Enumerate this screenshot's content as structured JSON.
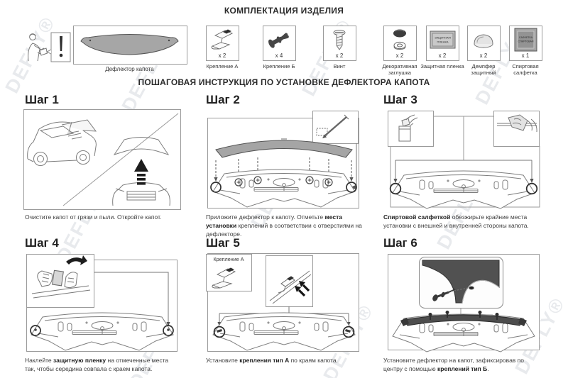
{
  "watermark": {
    "text": "DEFLY®"
  },
  "kit": {
    "title": "КОМПЛЕКТАЦИЯ ИЗДЕЛИЯ",
    "deflector_label": "Дефлектор капота",
    "parts": [
      {
        "qty": "x 2",
        "label": "Крепление А"
      },
      {
        "qty": "x 4",
        "label": "Крепление Б"
      },
      {
        "qty": "x 2",
        "label": "Винт"
      },
      {
        "qty": "x 2",
        "label": "Декоративная заглушка"
      },
      {
        "qty": "x 2",
        "label": "Защитная пленка",
        "icon_line1": "ЗАЩИТНАЯ",
        "icon_line2": "ПЛЕНКА"
      },
      {
        "qty": "x 2",
        "label": "Демпфер защитный"
      },
      {
        "qty": "x 1",
        "label": "Спиртовая салфетка",
        "icon_line1": "САЛФЕТКА",
        "icon_line2": "СПИРТОВАЯ"
      }
    ]
  },
  "instructions": {
    "title": "ПОШАГОВАЯ ИНСТРУКЦИЯ ПО УСТАНОВКЕ ДЕФЛЕКТОРА КАПОТА",
    "steps": [
      {
        "title": "Шаг 1",
        "caption": [
          {
            "t": "Очистите капот от грязи и пыли. Откройте капот.",
            "b": false
          }
        ]
      },
      {
        "title": "Шаг 2",
        "caption": [
          {
            "t": "Приложите дефлектор к капоту. Отметьте ",
            "b": false
          },
          {
            "t": "места установки",
            "b": true
          },
          {
            "t": " креплений в соответствии с отверстиями на дефлекторе.",
            "b": false
          }
        ]
      },
      {
        "title": "Шаг 3",
        "caption": [
          {
            "t": "Спиртовой салфеткой",
            "b": true
          },
          {
            "t": " обезжирьте крайние места установки с внешней и внутренней стороны капота.",
            "b": false
          }
        ]
      },
      {
        "title": "Шаг 4",
        "caption": [
          {
            "t": "Наклейте ",
            "b": false
          },
          {
            "t": "защитную пленку",
            "b": true
          },
          {
            "t": " на отмеченные места так, чтобы середина совпала с краем капота.",
            "b": false
          }
        ]
      },
      {
        "title": "Шаг 5",
        "inset_label": "Крепление А",
        "caption": [
          {
            "t": "Установите ",
            "b": false
          },
          {
            "t": "крепления тип А",
            "b": true
          },
          {
            "t": " по краям капота.",
            "b": false
          }
        ]
      },
      {
        "title": "Шаг 6",
        "caption": [
          {
            "t": "Установите дефлектор на капот, зафиксировав по центру с помощью ",
            "b": false
          },
          {
            "t": "креплений тип Б",
            "b": true
          },
          {
            "t": ".",
            "b": false
          }
        ]
      }
    ]
  },
  "colors": {
    "line": "#7d7d7d",
    "frame": "#9a9a9a",
    "dark_part": "#4d4d4d",
    "deflector_gray": "#a5a5a5"
  }
}
